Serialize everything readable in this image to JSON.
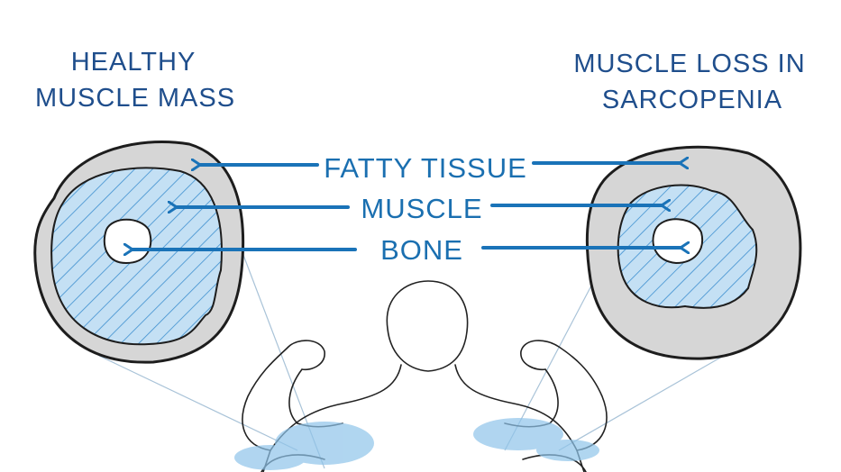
{
  "titles": {
    "left": [
      "HEALTHY",
      "MUSCLE MASS"
    ],
    "right": [
      "MUSCLE LOSS IN",
      "SARCOPENIA"
    ]
  },
  "labels": {
    "fatty": "FATTY TISSUE",
    "muscle": "MUSCLE",
    "bone": "BONE"
  },
  "colors": {
    "arrow": "#1a73b8",
    "title": "#1f4e8c",
    "fat": "#d4d4d4",
    "muscle": "#bcdaf1",
    "hatch": "#3d8fd0"
  }
}
